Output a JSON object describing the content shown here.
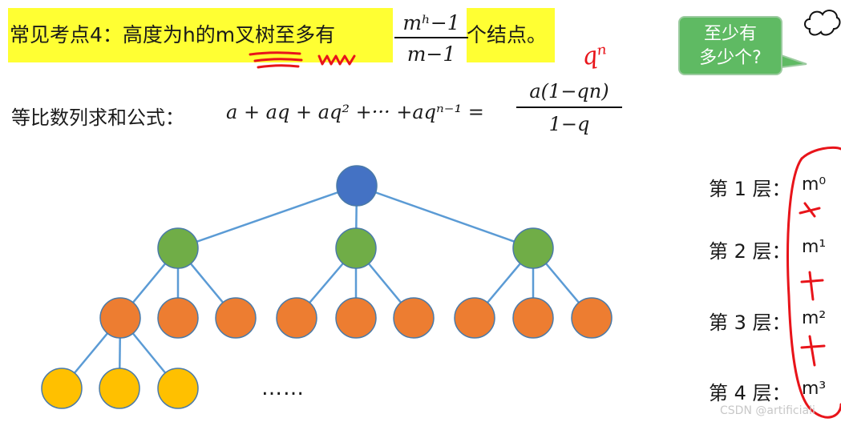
{
  "title": {
    "text": "常见考点4：高度为h的m叉树至多有",
    "fraction_numerator": "mʰ−1",
    "fraction_denominator": "m−1",
    "suffix": "个结点。"
  },
  "sum_formula": {
    "label": "等比数列求和公式：",
    "lhs": "a + aq + aq² +··· +aqⁿ⁻¹ =",
    "numerator": "a(1−qn)",
    "denominator": "1−q"
  },
  "annotation_handwritten": "qⁿ",
  "speech_bubble": {
    "line1": "至少有",
    "line2": "多少个?"
  },
  "levels": [
    {
      "label": "第 1 层：",
      "value": "m⁰"
    },
    {
      "label": "第 2 层：",
      "value": "m¹"
    },
    {
      "label": "第 3 层：",
      "value": "m²"
    },
    {
      "label": "第 4 层：",
      "value": "m³"
    }
  ],
  "ellipsis": "……",
  "watermark": "CSDN @artificiali",
  "colors": {
    "highlight": "#ffff33",
    "root": "#4472c4",
    "level2": "#70ad47",
    "level3": "#ed7d31",
    "level4": "#ffc000",
    "edge": "#5b9bd5",
    "ink": "#e8141a",
    "bubble": "#5fba63"
  }
}
